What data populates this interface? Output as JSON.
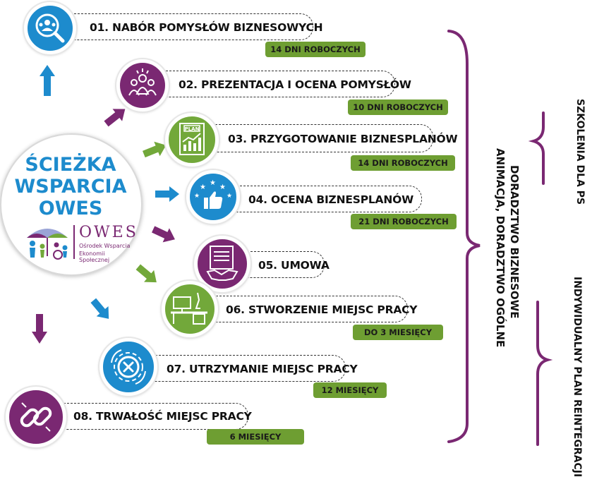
{
  "center": {
    "line1": "ŚCIEŻKA",
    "line2": "WSPARCIA",
    "line3": "OWES",
    "logo_text": "OWES",
    "logo_sub1": "Ośrodek Wsparcia",
    "logo_sub2": "Ekonomii Społecznej"
  },
  "steps": [
    {
      "title": "01. NABÓR POMYSŁÓW BIZNESOWYCH",
      "duration": "14 DNI ROBOCZYCH",
      "icon": "people-search-icon",
      "color": "#1d8bcd"
    },
    {
      "title": "02. PREZENTACJA I OCENA POMYSŁÓW",
      "duration": "10 DNI ROBOCZYCH",
      "icon": "presentation-group-icon",
      "color": "#7a2872"
    },
    {
      "title": "03. PRZYGOTOWANIE BIZNESPLANÓW",
      "duration": "14 DNI ROBOCZYCH",
      "icon": "plan-chart-icon",
      "color": "#72a83a"
    },
    {
      "title": "04. OCENA BIZNESPLANÓW",
      "duration": "21 DNI ROBOCZYCH",
      "icon": "thumbs-up-stars-icon",
      "color": "#1d8bcd"
    },
    {
      "title": "05. UMOWA",
      "duration": "",
      "icon": "contract-handshake-icon",
      "color": "#7a2872"
    },
    {
      "title": "06. STWORZENIE MIEJSC PRACY",
      "duration": "DO 3 MIESIĘCY",
      "icon": "workplace-desk-icon",
      "color": "#72a83a"
    },
    {
      "title": "07. UTRZYMANIE MIEJSC PRACY",
      "duration": "12 MIESIĘCY",
      "icon": "gear-tools-icon",
      "color": "#1d8bcd"
    },
    {
      "title": "08. TRWAŁOŚĆ MIEJSC PRACY",
      "duration": "6 MIESIĘCY",
      "icon": "chain-link-icon",
      "color": "#7a2872"
    }
  ],
  "side": {
    "advisory_line1": "DORADZTWO  BIZNESOWE",
    "advisory_line2": "ANIMACJA, DORADZTWO OGÓLNE",
    "training": "SZKOLENIA DLA PS",
    "reintegration": "INDYWIDUALNY PLAN REINTEGRACJI"
  },
  "colors": {
    "blue": "#1d8bcd",
    "purple": "#7a2872",
    "green": "#72a83a",
    "badge": "#6e9e32"
  }
}
